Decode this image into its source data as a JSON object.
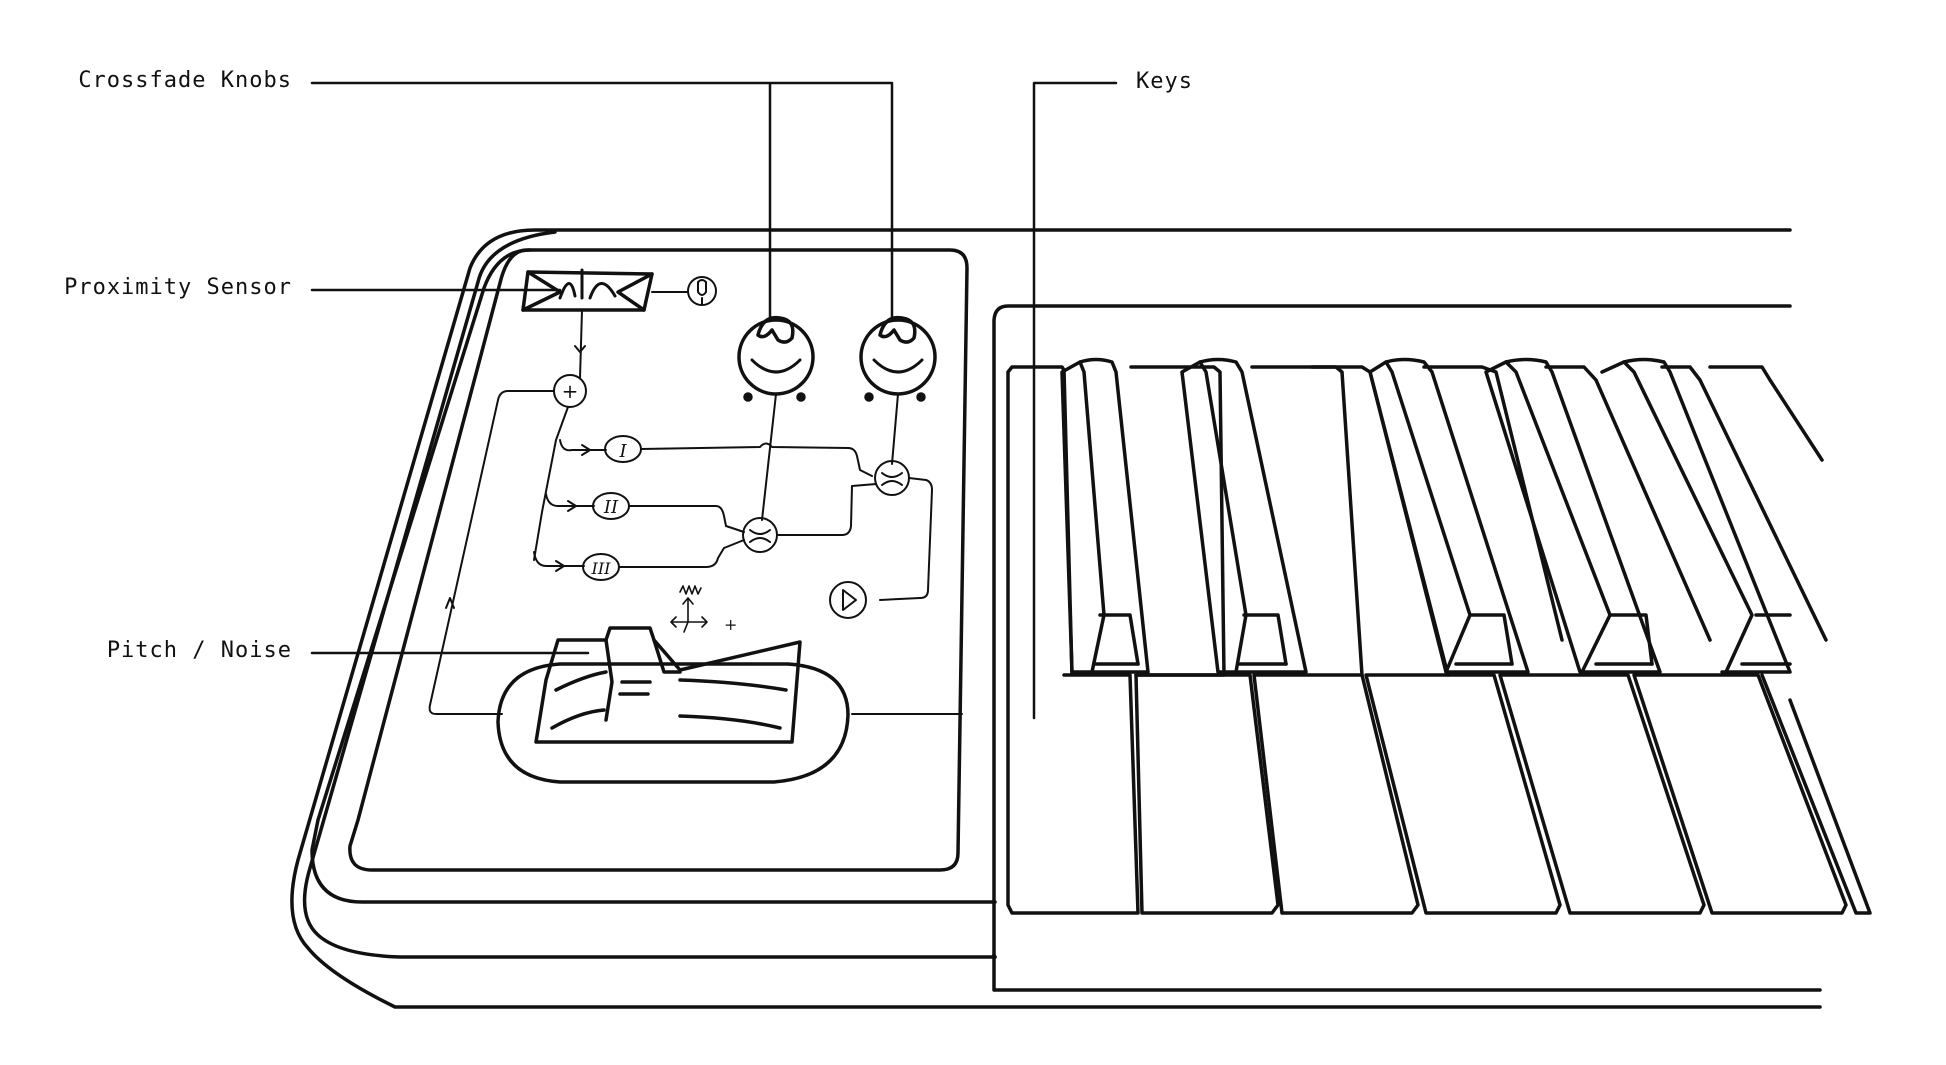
{
  "callouts": {
    "crossfade_knobs": "Crossfade Knobs",
    "proximity_sensor": "Proximity Sensor",
    "pitch_noise": "Pitch / Noise",
    "keys": "Keys"
  },
  "panel": {
    "oscillators": [
      "I",
      "II",
      "III"
    ],
    "mixer_symbol": "+",
    "crossfade_symbol": "x",
    "slider_axis_symbol": "+"
  },
  "colors": {
    "stroke": "#111111",
    "background": "#ffffff"
  },
  "icons": [
    "microphone-icon",
    "speaker-icon",
    "noise-wave-icon"
  ]
}
